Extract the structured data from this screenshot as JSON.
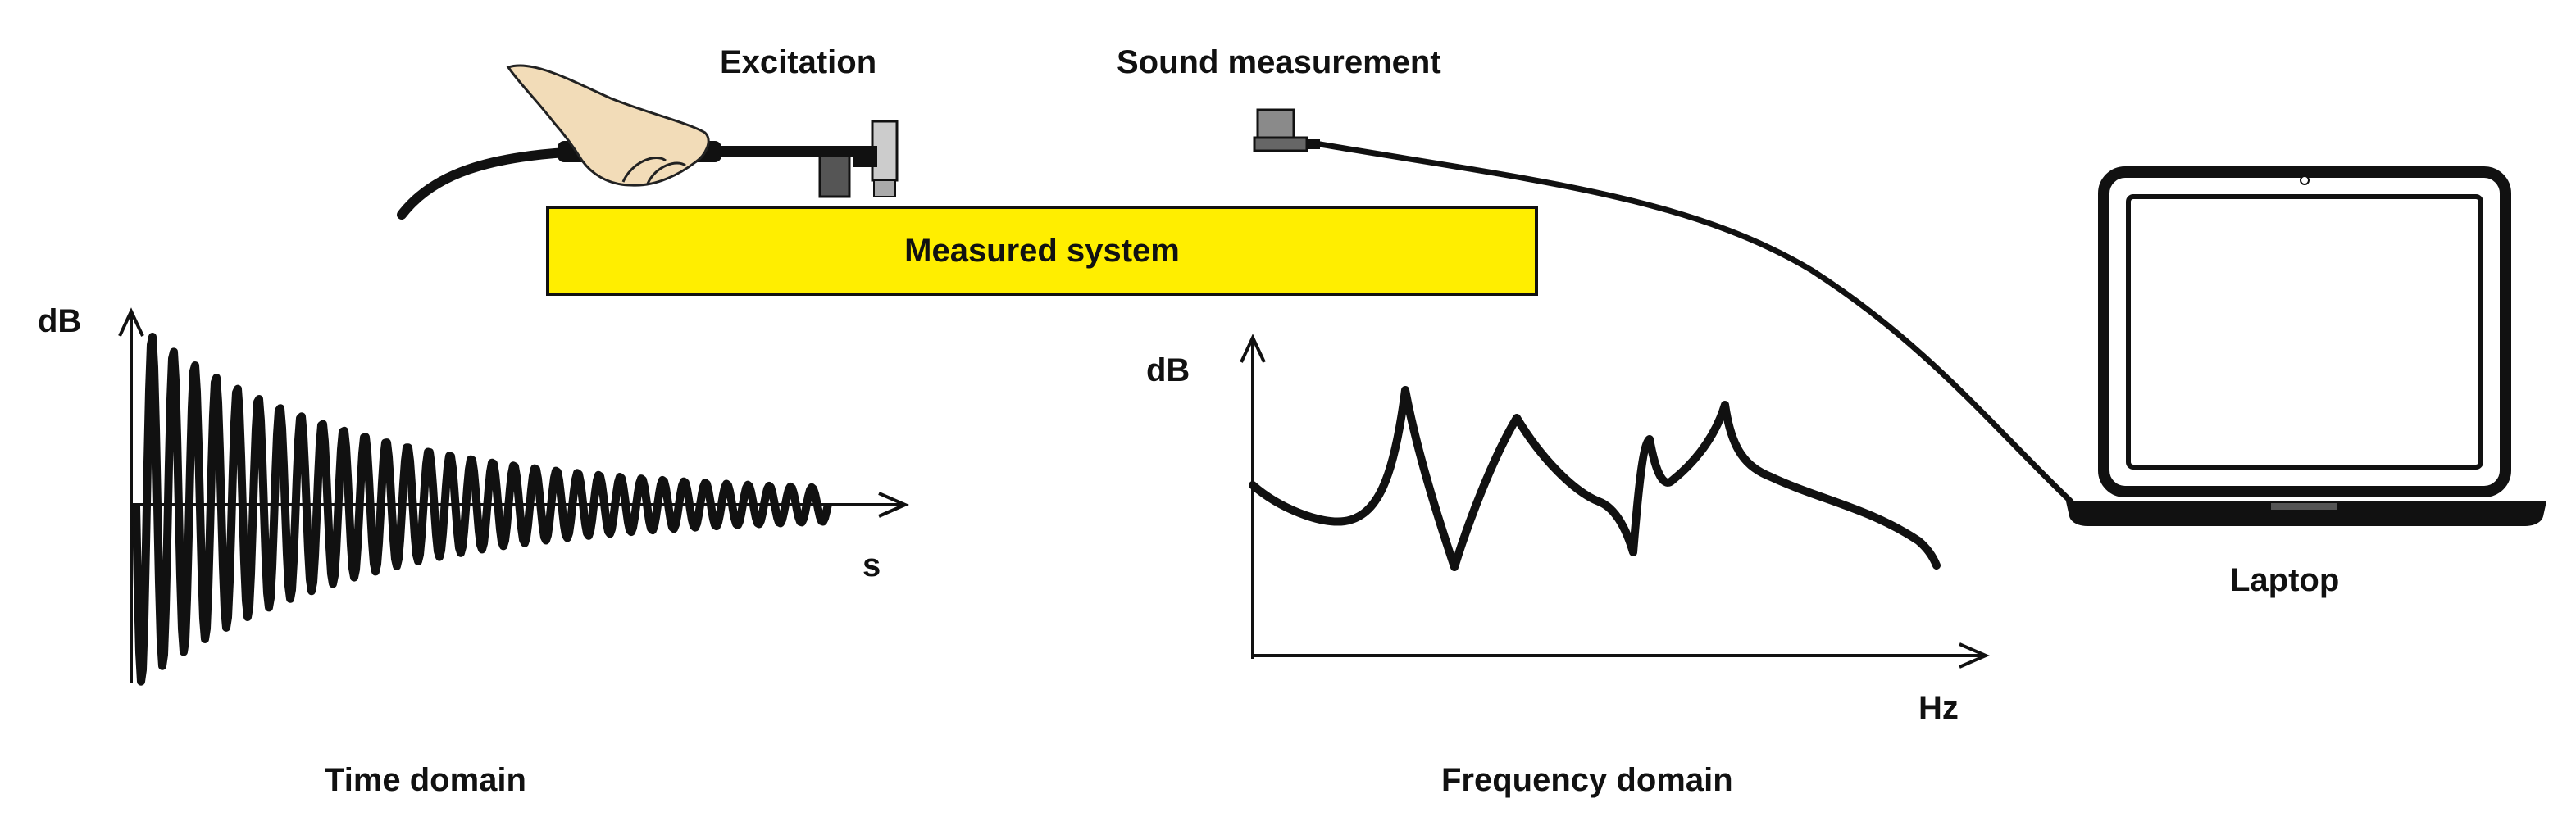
{
  "labels": {
    "excitation": "Excitation",
    "sound_measurement": "Sound measurement",
    "measured_system": "Measured system",
    "laptop": "Laptop",
    "time_domain": "Time domain",
    "frequency_domain": "Frequency domain",
    "time_y_axis": "dB",
    "time_x_axis": "s",
    "freq_y_axis": "dB",
    "freq_x_axis": "Hz"
  },
  "colors": {
    "system_fill": "#ffee00",
    "stroke": "#111111",
    "hand": "#f2dcb8",
    "sensor": "#8a8a8a"
  },
  "icons": [
    "hand-hammer-icon",
    "microphone-sensor-icon",
    "laptop-icon"
  ]
}
